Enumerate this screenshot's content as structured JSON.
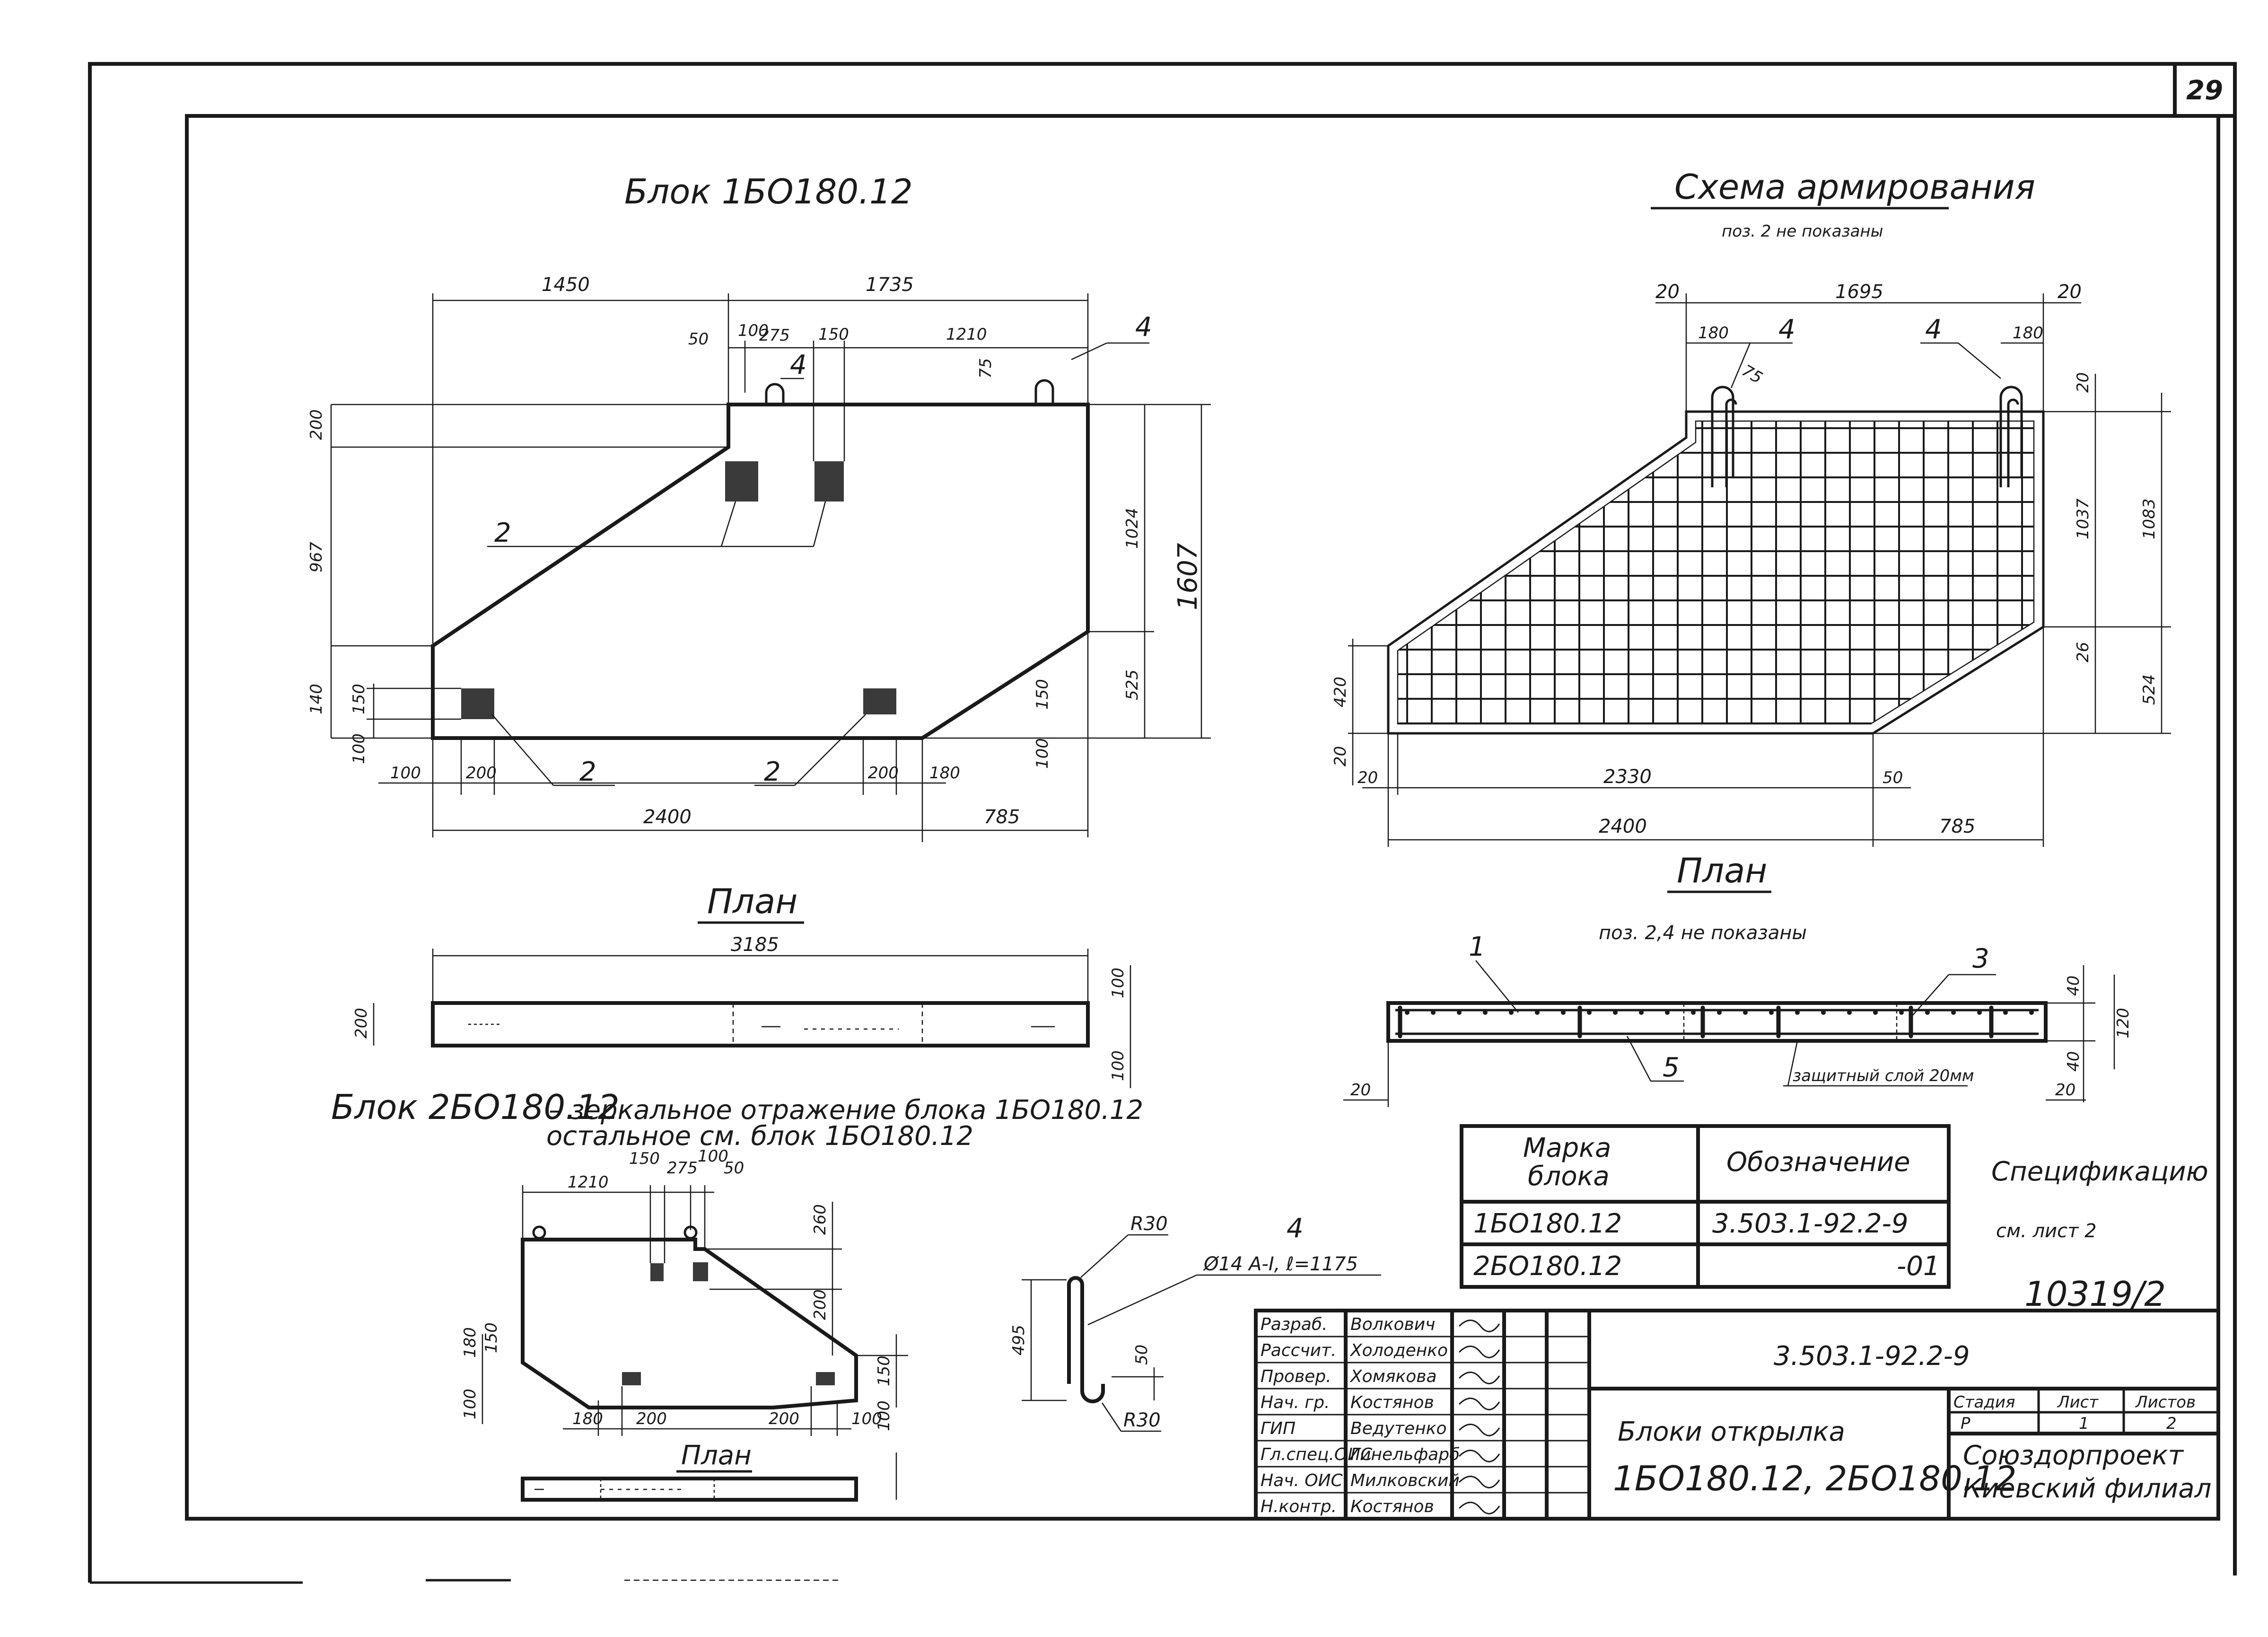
{
  "sheet": {
    "page_number": "29",
    "archive_number": "10319/2"
  },
  "block1": {
    "title": "Блок 1БО180.12",
    "dims": {
      "d1450": "1450",
      "d1735": "1735",
      "d50": "50",
      "d100": "100",
      "d275": "275",
      "d150": "150",
      "d1210": "1210",
      "d75": "75",
      "d200": "200",
      "d967": "967",
      "d1024": "1024",
      "d1607": "1607",
      "d140": "140",
      "d150b": "150",
      "d525": "525",
      "d100b": "100",
      "d100c": "100",
      "d200b": "200",
      "d200c": "200",
      "d180": "180",
      "d150c": "150",
      "d100d": "100",
      "d2400": "2400",
      "d785": "785"
    },
    "callouts": {
      "c4a": "4",
      "c4b": "4",
      "c2a": "2",
      "c2b": "2",
      "c2c": "2"
    },
    "plan_title": "План",
    "plan_dims": {
      "d3185": "3185",
      "d200": "200",
      "d100a": "100",
      "d100b": "100"
    }
  },
  "reinforcement": {
    "title": "Схема армирования",
    "note": "поз. 2 не показаны",
    "dims": {
      "d20a": "20",
      "d1695": "1695",
      "d20b": "20",
      "d180a": "180",
      "d180b": "180",
      "d75": "75",
      "d20c": "20",
      "d1037": "1037",
      "d1083": "1083",
      "d26": "26",
      "d524": "524",
      "d420": "420",
      "d20d": "20",
      "d20e": "20",
      "d2330": "2330",
      "d50": "50",
      "d2400": "2400",
      "d785": "785"
    },
    "callouts": {
      "c4a": "4",
      "c4b": "4"
    },
    "plan_title": "План",
    "plan_note": "поз. 2,4 не показаны",
    "plan_callouts": {
      "c1": "1",
      "c3": "3",
      "c5": "5"
    },
    "plan_dims": {
      "d40a": "40",
      "d120": "120",
      "d40b": "40",
      "d20a": "20",
      "d20b": "20"
    },
    "cover_note": "защитный слой 20мм"
  },
  "block2": {
    "title": "Блок 2БО180.12",
    "desc1": "– зеркальное отражение блока 1БО180.12",
    "desc2": "остальное см. блок 1БО180.12",
    "dims": {
      "d1210": "1210",
      "d150": "150",
      "d275": "275",
      "d100": "100",
      "d50": "50",
      "d260": "260",
      "d200a": "200",
      "d150a": "150",
      "d150b": "150",
      "d100a": "100",
      "d180": "180",
      "d200b": "200",
      "d200c": "200",
      "d180b": "180",
      "d100b": "100",
      "d100c": "100"
    },
    "plan_title": "План"
  },
  "bar_detail": {
    "label_num": "4",
    "label_spec": "Ø14 А-I, ℓ=1175",
    "r_top": "R30",
    "r_bot": "R30",
    "d495": "495",
    "d50": "50"
  },
  "mark_table": {
    "headers": [
      "Марка блока",
      "Обозначение"
    ],
    "rows": [
      [
        "1БО180.12",
        "3.503.1-92.2-9"
      ],
      [
        "2БО180.12",
        "-01"
      ]
    ]
  },
  "spec_note": {
    "line1": "Спецификацию",
    "line2": "см. лист 2"
  },
  "title_block": {
    "roles": [
      {
        "role": "Разраб.",
        "name": "Волкович"
      },
      {
        "role": "Рассчит.",
        "name": "Холоденко"
      },
      {
        "role": "Провер.",
        "name": "Хомякова"
      },
      {
        "role": "Нач. гр.",
        "name": "Костянов"
      },
      {
        "role": "ГИП",
        "name": "Ведутенко"
      },
      {
        "role": "Гл.спец.ОИС",
        "name": "Гинельфарб"
      },
      {
        "role": "Нач. ОИС",
        "name": "Милковский"
      },
      {
        "role": "Н.контр.",
        "name": "Костянов"
      }
    ],
    "doc_code": "3.503.1-92.2-9",
    "name_line1": "Блоки открылка",
    "name_line2": "1БО180.12, 2БО180.12",
    "stage_label": "Стадия",
    "sheet_label": "Лист",
    "sheets_label": "Листов",
    "stage": "Р",
    "sheet": "1",
    "sheets": "2",
    "org_line1": "Союздорпроект",
    "org_line2": "Киевский филиал"
  }
}
